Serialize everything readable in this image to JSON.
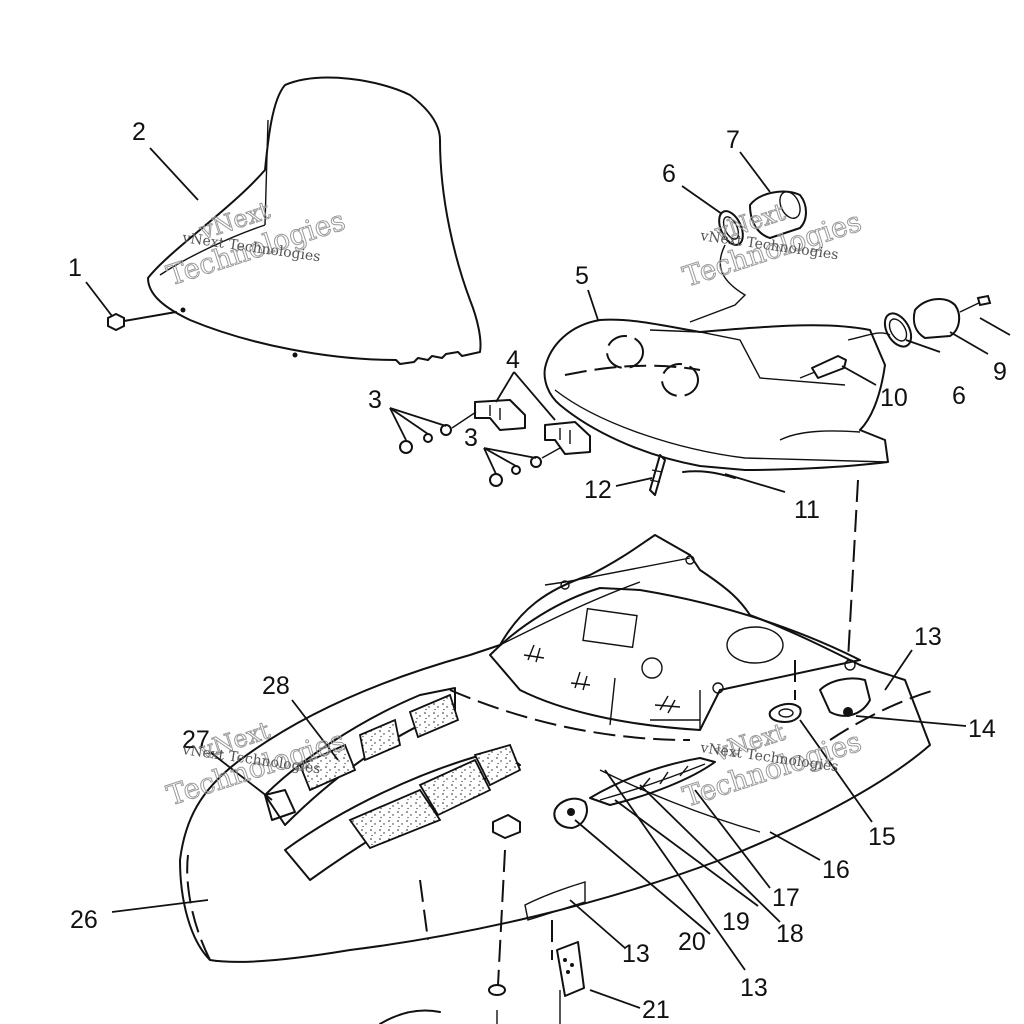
{
  "diagram": {
    "callouts": [
      {
        "id": "c1",
        "text": "1"
      },
      {
        "id": "c2",
        "text": "2"
      },
      {
        "id": "c3a",
        "text": "3"
      },
      {
        "id": "c3b",
        "text": "3"
      },
      {
        "id": "c4",
        "text": "4"
      },
      {
        "id": "c5",
        "text": "5"
      },
      {
        "id": "c6a",
        "text": "6"
      },
      {
        "id": "c6b",
        "text": "6"
      },
      {
        "id": "c7",
        "text": "7"
      },
      {
        "id": "c9",
        "text": "9"
      },
      {
        "id": "c10",
        "text": "10"
      },
      {
        "id": "c11",
        "text": "11"
      },
      {
        "id": "c12",
        "text": "12"
      },
      {
        "id": "c13a",
        "text": "13"
      },
      {
        "id": "c13b",
        "text": "13"
      },
      {
        "id": "c13c",
        "text": "13"
      },
      {
        "id": "c14",
        "text": "14"
      },
      {
        "id": "c15",
        "text": "15"
      },
      {
        "id": "c16",
        "text": "16"
      },
      {
        "id": "c17",
        "text": "17"
      },
      {
        "id": "c18",
        "text": "18"
      },
      {
        "id": "c19",
        "text": "19"
      },
      {
        "id": "c20",
        "text": "20"
      },
      {
        "id": "c21",
        "text": "21"
      },
      {
        "id": "c26",
        "text": "26"
      },
      {
        "id": "c27",
        "text": "27"
      },
      {
        "id": "c28",
        "text": "28"
      }
    ],
    "watermarks": [
      {
        "line1": "vNext",
        "line2": "Technologies",
        "small": "vNext Technologies"
      },
      {
        "line1": "vNext",
        "line2": "Technologies",
        "small": "vNext Technologies"
      },
      {
        "line1": "vNext",
        "line2": "Technologies",
        "small": "vNext Technologies"
      },
      {
        "line1": "vNext",
        "line2": "Technologies",
        "small": "vNext Technologies"
      }
    ]
  }
}
